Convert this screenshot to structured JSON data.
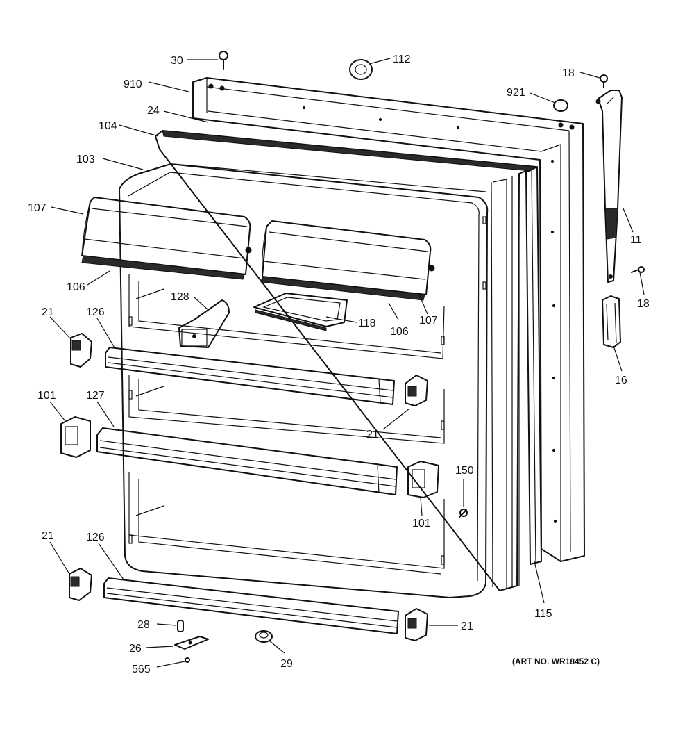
{
  "callouts": [
    {
      "id": "c30a",
      "text": "30"
    },
    {
      "id": "c112",
      "text": "112"
    },
    {
      "id": "c18a",
      "text": "18"
    },
    {
      "id": "c910",
      "text": "910"
    },
    {
      "id": "c921",
      "text": "921"
    },
    {
      "id": "c24",
      "text": "24"
    },
    {
      "id": "c104",
      "text": "104"
    },
    {
      "id": "c103",
      "text": "103"
    },
    {
      "id": "c107a",
      "text": "107"
    },
    {
      "id": "c11",
      "text": "11"
    },
    {
      "id": "c18b",
      "text": "18"
    },
    {
      "id": "c106a",
      "text": "106"
    },
    {
      "id": "c128",
      "text": "128"
    },
    {
      "id": "c21a",
      "text": "21"
    },
    {
      "id": "c126a",
      "text": "126"
    },
    {
      "id": "c118",
      "text": "118"
    },
    {
      "id": "c106b",
      "text": "106"
    },
    {
      "id": "c107b",
      "text": "107"
    },
    {
      "id": "c16",
      "text": "16"
    },
    {
      "id": "c101a",
      "text": "101"
    },
    {
      "id": "c127",
      "text": "127"
    },
    {
      "id": "c21b",
      "text": "21"
    },
    {
      "id": "c150",
      "text": "150"
    },
    {
      "id": "c101b",
      "text": "101"
    },
    {
      "id": "c21c",
      "text": "21"
    },
    {
      "id": "c126b",
      "text": "126"
    },
    {
      "id": "c115",
      "text": "115"
    },
    {
      "id": "c28",
      "text": "28"
    },
    {
      "id": "c21d",
      "text": "21"
    },
    {
      "id": "c26",
      "text": "26"
    },
    {
      "id": "c29",
      "text": "29"
    },
    {
      "id": "c565",
      "text": "565"
    }
  ],
  "art_number": "(ART NO. WR18452 C)"
}
